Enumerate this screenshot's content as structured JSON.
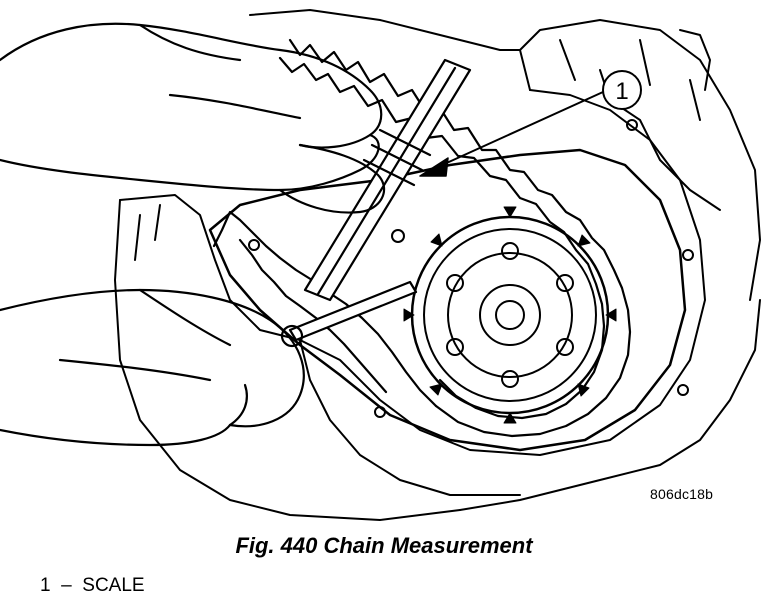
{
  "callout": {
    "number": "1"
  },
  "figure": {
    "ref_code": "806dc18b",
    "fig_number": "Fig. 440",
    "title": "Chain Measurement"
  },
  "legend": [
    {
      "number": "1",
      "separator": "–",
      "label": "SCALE"
    }
  ]
}
